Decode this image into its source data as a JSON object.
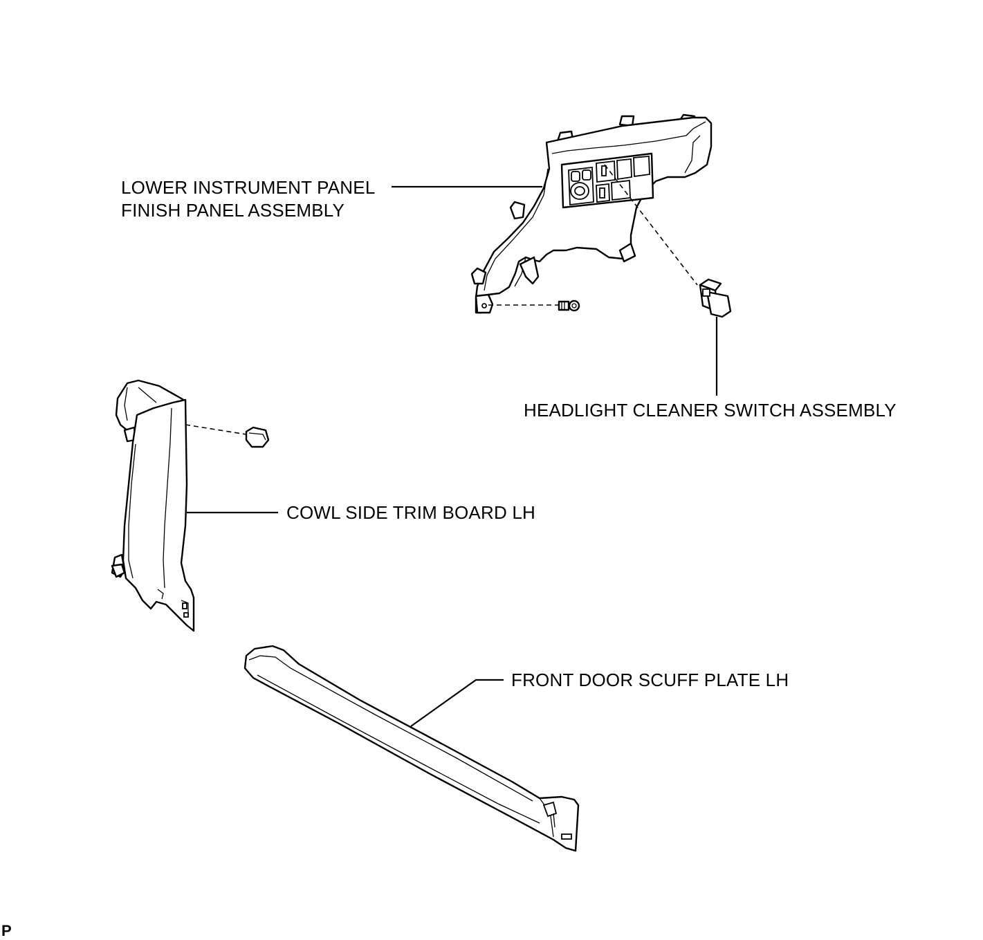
{
  "labels": {
    "lower_panel_line1": "LOWER INSTRUMENT PANEL",
    "lower_panel_line2": "FINISH PANEL ASSEMBLY",
    "headlight_switch": "HEADLIGHT CLEANER SWITCH ASSEMBLY",
    "cowl_trim": "COWL SIDE TRIM BOARD LH",
    "scuff_plate": "FRONT DOOR SCUFF PLATE LH"
  },
  "corner_code": "P",
  "colors": {
    "line": "#000000",
    "background": "#ffffff"
  }
}
